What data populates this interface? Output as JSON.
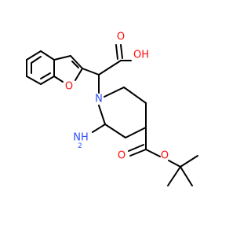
{
  "colors": {
    "bond": "#000000",
    "oxygen": "#ff0d0d",
    "nitrogen": "#3050f8",
    "background": "#ffffff"
  },
  "atom_labels": {
    "acid_carbonyl_o": "O",
    "acid_hydroxyl": "OH",
    "furan_o": "O",
    "piperidine_n": "N",
    "amine": "NH",
    "amine_h_count": "2",
    "ester_carbonyl_o": "O",
    "ester_o": "O"
  }
}
